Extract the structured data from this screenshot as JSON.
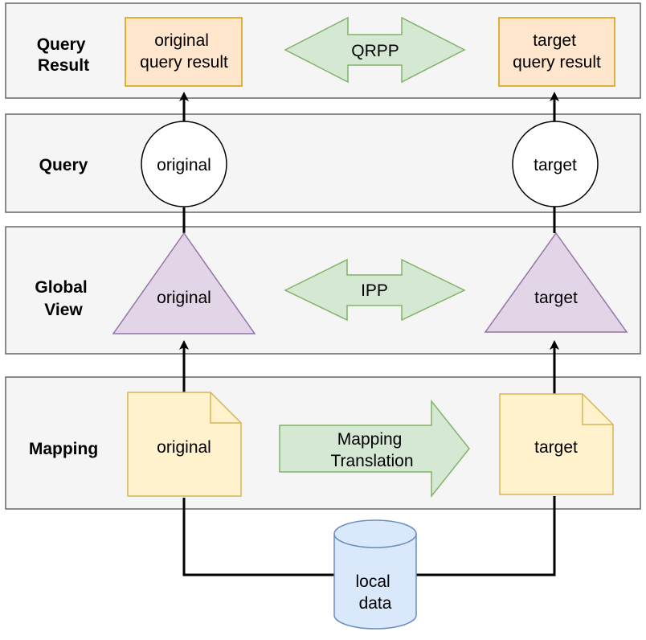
{
  "rows": {
    "query_result": [
      "Query",
      "Result"
    ],
    "query": [
      "Query"
    ],
    "global_view": [
      "Global",
      "View"
    ],
    "mapping": [
      "Mapping"
    ]
  },
  "nodes": {
    "result_original": [
      "original",
      "query result"
    ],
    "result_target": [
      "target",
      "query result"
    ],
    "query_original": "original",
    "query_target": "target",
    "view_original": "original",
    "view_target": "target",
    "mapping_original": "original",
    "mapping_target": "target",
    "local_data": [
      "local",
      "data"
    ]
  },
  "arrows": {
    "qrpp": "QRPP",
    "ipp": "IPP",
    "mapping_translation": [
      "Mapping",
      "Translation"
    ]
  },
  "colors": {
    "band_fill": "#f5f5f5",
    "result_fill": "#ffe6cc",
    "result_stroke": "#d79b00",
    "triangle_fill": "#e1d5e7",
    "triangle_stroke": "#9673a6",
    "note_fill": "#fff2cc",
    "note_stroke": "#d6b656",
    "arrow_fill": "#d5e8d4",
    "arrow_stroke": "#82b366",
    "cylinder_fill": "#dae8fc",
    "cylinder_stroke": "#6c8ebf"
  }
}
